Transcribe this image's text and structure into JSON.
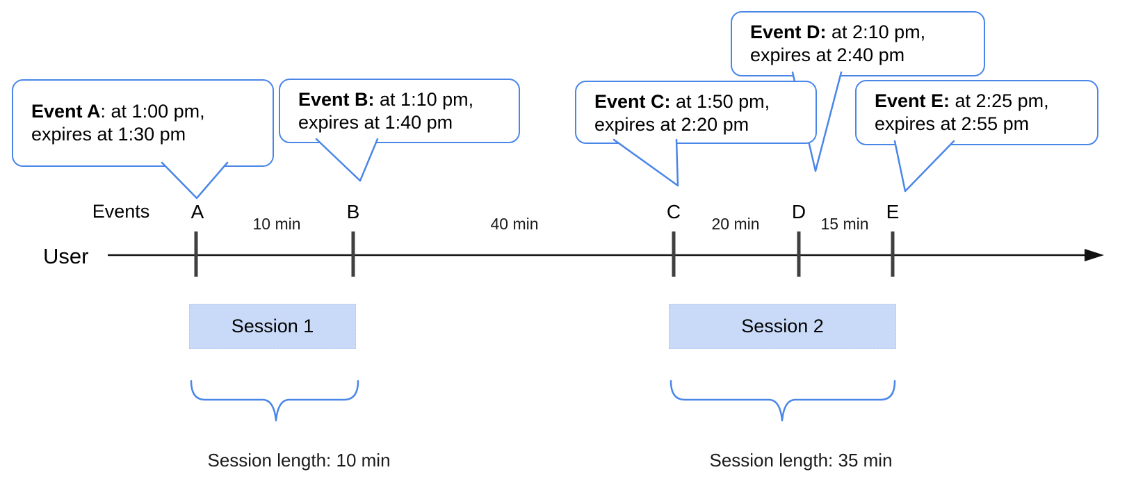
{
  "colors": {
    "bubble_border": "#4a86e8",
    "session_fill": "#c9daf8",
    "brace": "#4a86e8",
    "tick": "#3f3f3f",
    "arrow": "#111111"
  },
  "labels": {
    "events_axis": "Events",
    "user": "User"
  },
  "bubbles": [
    {
      "id": "A",
      "bold": "Event A",
      "rest": ": at 1:00 pm,",
      "line2": "expires at 1:30 pm"
    },
    {
      "id": "B",
      "bold": "Event B:",
      "rest": " at 1:10 pm,",
      "line2": "expires at 1:40 pm"
    },
    {
      "id": "C",
      "bold": "Event C:",
      "rest": " at 1:50 pm,",
      "line2": "expires at 2:20 pm"
    },
    {
      "id": "D",
      "bold": "Event D:",
      "rest": " at 2:10 pm,",
      "line2": "expires at 2:40 pm"
    },
    {
      "id": "E",
      "bold": "Event E:",
      "rest": " at 2:25 pm,",
      "line2": "expires at 2:55 pm"
    }
  ],
  "timeline": {
    "tick_labels": [
      "A",
      "B",
      "C",
      "D",
      "E"
    ],
    "intervals": [
      "10 min",
      "40 min",
      "20 min",
      "15 min"
    ]
  },
  "sessions": [
    {
      "label": "Session 1",
      "length": "Session length: 10 min"
    },
    {
      "label": "Session 2",
      "length": "Session length: 35 min"
    }
  ]
}
